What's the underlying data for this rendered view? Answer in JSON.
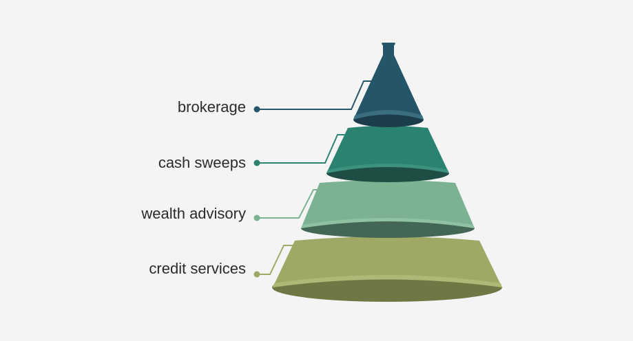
{
  "diagram": {
    "type": "pyramid",
    "tiers": [
      {
        "label": "brokerage",
        "color": "#245568",
        "shade": "#1b3c4a",
        "highlight": "#3b6e7e"
      },
      {
        "label": "cash sweeps",
        "color": "#2a8271",
        "shade": "#1d4d43",
        "highlight": "#3c927f"
      },
      {
        "label": "wealth advisory",
        "color": "#7bb392",
        "shade": "#436754",
        "highlight": "#8fc2a3"
      },
      {
        "label": "credit services",
        "color": "#a0a866",
        "shade": "#707644",
        "highlight": "#b0b877"
      }
    ]
  }
}
